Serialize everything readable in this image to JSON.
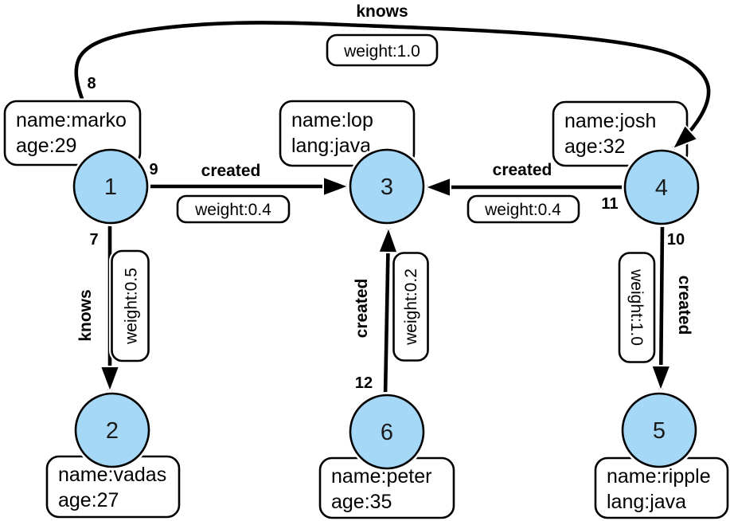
{
  "colors": {
    "node_fill": "#a5d8f6",
    "edge_color": "#000000",
    "box_fill": "#ffffff",
    "text_color": "#000000"
  },
  "nodes": {
    "n1": {
      "label": "1",
      "prop1": "name:marko",
      "prop2": "age:29"
    },
    "n2": {
      "label": "2",
      "prop1": "name:vadas",
      "prop2": "age:27"
    },
    "n3": {
      "label": "3",
      "prop1": "name:lop",
      "prop2": "lang:java"
    },
    "n4": {
      "label": "4",
      "prop1": "name:josh",
      "prop2": "age:32"
    },
    "n5": {
      "label": "5",
      "prop1": "name:ripple",
      "prop2": "lang:java"
    },
    "n6": {
      "label": "6",
      "prop1": "name:peter",
      "prop2": "age:35"
    }
  },
  "edges": {
    "e7": {
      "id": "7",
      "label": "knows",
      "weight": "weight:0.5"
    },
    "e8": {
      "id": "8",
      "label": "knows",
      "weight": "weight:1.0"
    },
    "e9": {
      "id": "9",
      "label": "created",
      "weight": "weight:0.4"
    },
    "e10": {
      "id": "10",
      "label": "created",
      "weight": "weight:1.0"
    },
    "e11": {
      "id": "11",
      "label": "created",
      "weight": "weight:0.4"
    },
    "e12": {
      "id": "12",
      "label": "created",
      "weight": "weight:0.2"
    }
  }
}
